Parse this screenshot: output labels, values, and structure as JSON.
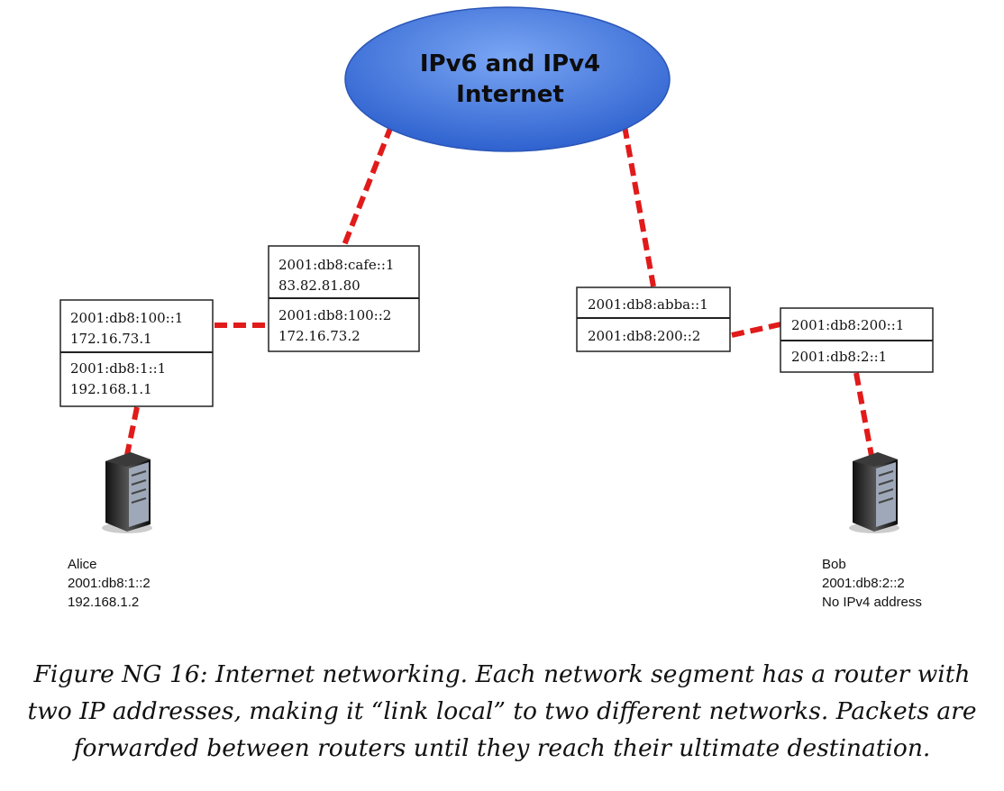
{
  "cloud": {
    "line1": "IPv6 and IPv4",
    "line2": "Internet"
  },
  "routers": {
    "alice_router": {
      "upper": [
        "2001:db8:100::1",
        "172.16.73.1"
      ],
      "lower": [
        "2001:db8:1::1",
        "192.168.1.1"
      ]
    },
    "isp_a_router": {
      "upper": [
        "2001:db8:cafe::1",
        "83.82.81.80"
      ],
      "lower": [
        "2001:db8:100::2",
        "172.16.73.2"
      ]
    },
    "isp_b_router": {
      "upper": [
        "2001:db8:abba::1"
      ],
      "lower": [
        "2001:db8:200::2"
      ]
    },
    "bob_router": {
      "upper": [
        "2001:db8:200::1"
      ],
      "lower": [
        "2001:db8:2::1"
      ]
    }
  },
  "hosts": {
    "alice": {
      "name": "Alice",
      "ipv6": "2001:db8:1::2",
      "ipv4": "192.168.1.2"
    },
    "bob": {
      "name": "Bob",
      "ipv6": "2001:db8:2::2",
      "ipv4": "No IPv4 address"
    }
  },
  "caption": "Figure NG 16: Internet networking. Each network segment has a router with two IP addresses, making it “link local” to two different networks. Packets are forwarded between routers until they reach their ultimate destination.",
  "colors": {
    "cloud_fill": "#4a7ee0",
    "link_color": "#e11a1a",
    "box_border": "#222222"
  }
}
